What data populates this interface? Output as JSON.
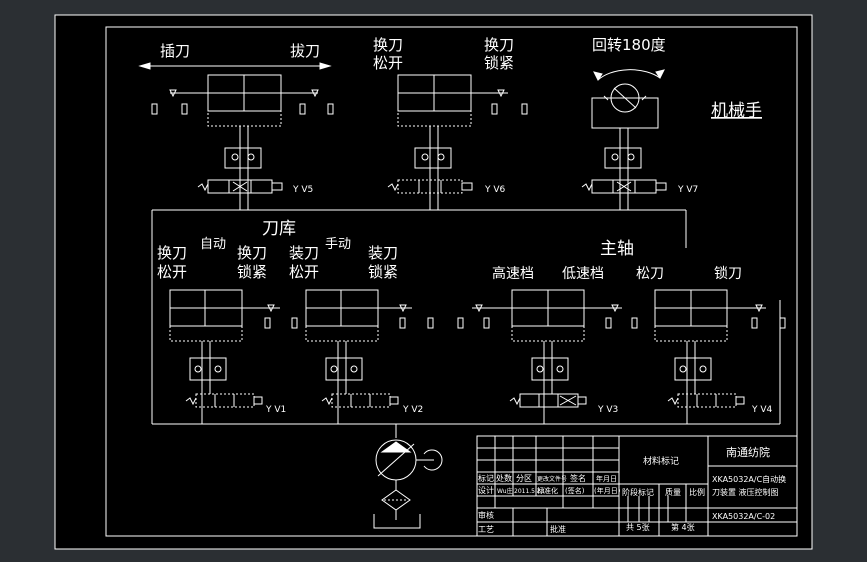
{
  "viewer": {
    "background": "#2b2f33",
    "sheet": "#000000",
    "line": "#ffffff"
  },
  "top": {
    "insert": "插刀",
    "pull": "拔刀",
    "change1": "换刀",
    "release1": "松开",
    "change2": "换刀",
    "lock1": "锁紧",
    "rotate": "回转180度",
    "robot": "机械手",
    "yv5": "Y V5",
    "yv6": "Y V6",
    "yv7": "Y V7"
  },
  "magazine": {
    "title": "刀库",
    "auto": "自动",
    "manual": "手动",
    "change_a": "换刀",
    "release_a": "松开",
    "change_b": "换刀",
    "lock_b": "锁紧",
    "load_a": "装刀",
    "release_c": "松开",
    "load_b": "装刀",
    "lock_c": "锁紧",
    "yv1": "Y V1",
    "yv2": "Y V2"
  },
  "spindle": {
    "title": "主轴",
    "high": "高速档",
    "low": "低速档",
    "loosen": "松刀",
    "lock": "锁刀",
    "yv3": "Y V3",
    "yv4": "Y V4"
  },
  "titleblock": {
    "school": "南通纺院",
    "material": "材料标记",
    "drawing_title_1": "XKA5032A/C自动换",
    "drawing_title_2": "刀装置 液压控制图",
    "drawing_no": "XKA5032A/C-02",
    "mark": "标记",
    "count": "处数",
    "zone": "分区",
    "change_doc": "更改文件号",
    "sign": "签名",
    "date": "年月日",
    "design": "设计",
    "design_name": "Wu庄",
    "design_date": "2011.5.23",
    "std": "标准化",
    "std_sign": "(签名)",
    "std_date": "(年月日)",
    "stage": "阶段标记",
    "weight": "质量",
    "scale": "比例",
    "review": "审核",
    "process": "工艺",
    "approve": "批准",
    "sheets_total": "共 5张",
    "sheet_no": "第 4张"
  }
}
